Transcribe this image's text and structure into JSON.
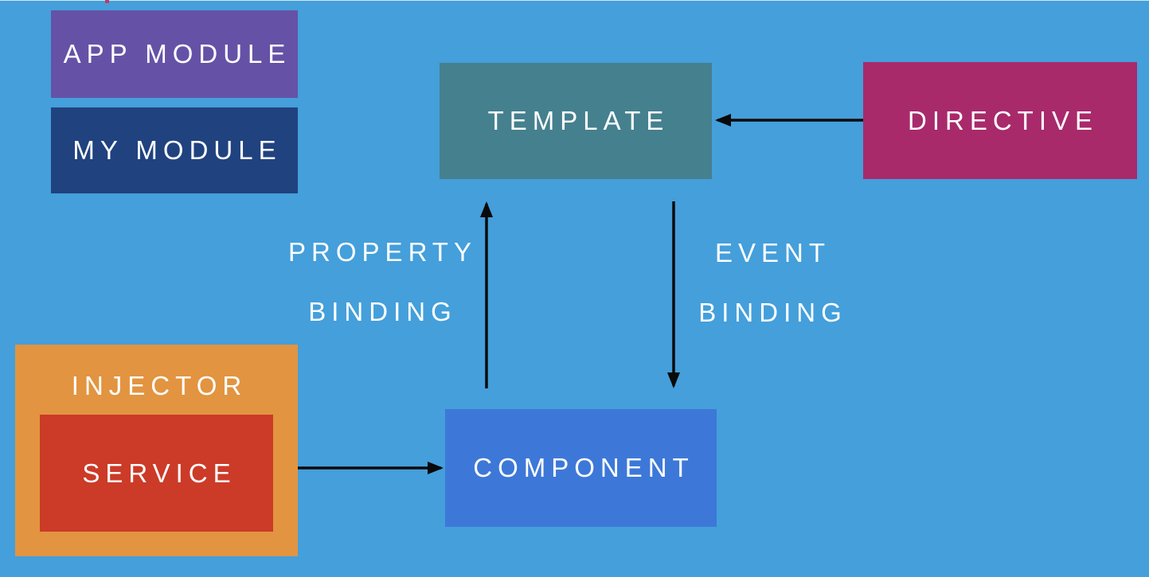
{
  "page": {
    "background": "#449fdb",
    "text_color": "#ffffff",
    "arrow_color": "#0a0a0a",
    "top_edge_line_color": "#ffffff",
    "artifact_mark_color": "#c03a62"
  },
  "boxes": {
    "app_module": {
      "label": "APP MODULE",
      "color": "#6552a6"
    },
    "my_module": {
      "label": "MY MODULE",
      "color": "#20427f"
    },
    "template": {
      "label": "TEMPLATE",
      "color": "#45808e"
    },
    "directive": {
      "label": "DIRECTIVE",
      "color": "#a82a6b"
    },
    "injector": {
      "label": "INJECTOR",
      "color": "#e29440"
    },
    "service": {
      "label": "SERVICE",
      "color": "#cb3b28"
    },
    "component": {
      "label": "COMPONENT",
      "color": "#3d78d8"
    }
  },
  "edge_labels": {
    "property_binding": {
      "line1": "PROPERTY",
      "line2": "BINDING"
    },
    "event_binding": {
      "line1": "EVENT",
      "line2": "BINDING"
    }
  },
  "arrows": [
    {
      "name": "directive-to-template",
      "from": "directive",
      "to": "template"
    },
    {
      "name": "property-binding-arrow",
      "from": "component",
      "to": "template"
    },
    {
      "name": "event-binding-arrow",
      "from": "template",
      "to": "component"
    },
    {
      "name": "injector-to-component",
      "from": "service",
      "to": "component"
    }
  ]
}
